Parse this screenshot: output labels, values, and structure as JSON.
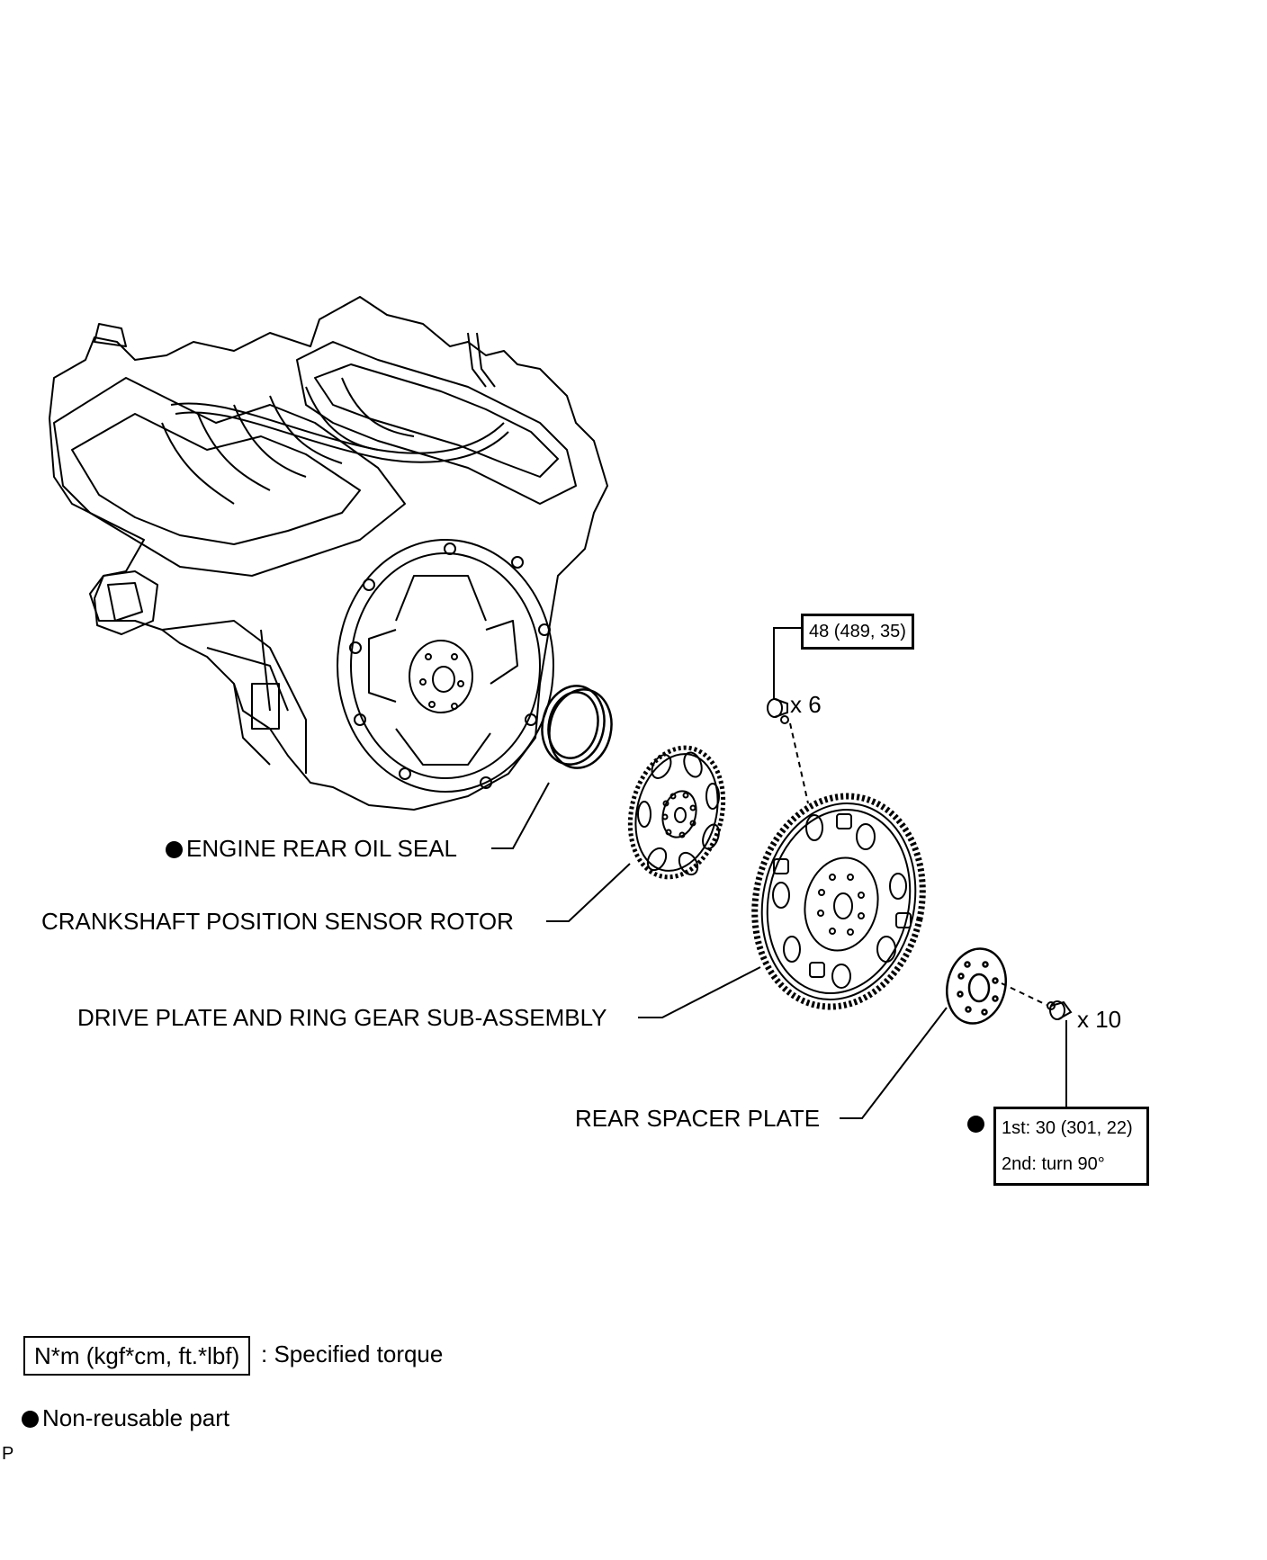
{
  "labels": {
    "engine_rear_oil_seal": "ENGINE REAR OIL SEAL",
    "crankshaft_rotor": "CRANKSHAFT POSITION SENSOR ROTOR",
    "drive_plate": "DRIVE PLATE AND RING GEAR SUB-ASSEMBLY",
    "rear_spacer_plate": "REAR SPACER PLATE"
  },
  "torque": {
    "drive_plate_bolts": "48 (489, 35)",
    "drive_plate_qty": "x 6",
    "spacer_bolts_first": "1st: 30 (301, 22)",
    "spacer_bolts_second": "2nd: turn 90°",
    "spacer_qty": "x 10"
  },
  "legend": {
    "torque_box": "N*m (kgf*cm, ft.*lbf)",
    "torque_text": ": Specified torque",
    "non_reusable": "Non-reusable part"
  },
  "footer": {
    "code": "P"
  }
}
